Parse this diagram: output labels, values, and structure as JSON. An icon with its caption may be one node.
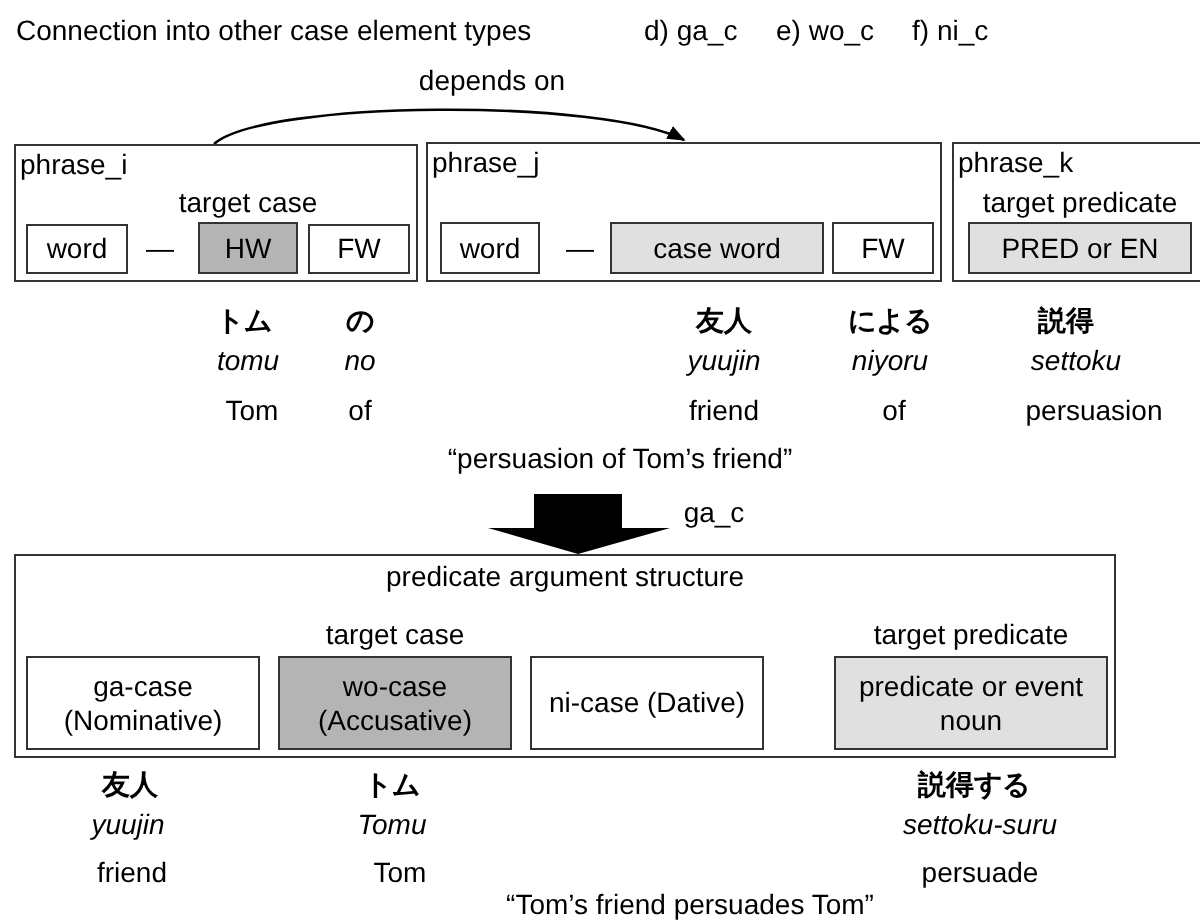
{
  "diagram": {
    "nodes": [
      {
        "text": [
          "phrase_i"
        ]
      },
      {
        "text": [
          "word"
        ],
        "in": 0
      },
      {
        "text": [
          "target case",
          "HW"
        ],
        "in": 0
      },
      {
        "text": [
          "FW"
        ],
        "in": 0
      },
      {
        "text": [
          "phrase_j"
        ]
      },
      {
        "text": [
          "word"
        ],
        "in": 4
      },
      {
        "text": [
          "case word"
        ],
        "in": 4
      },
      {
        "text": [
          "FW"
        ],
        "in": 4
      },
      {
        "text": [
          "phrase_k"
        ]
      },
      {
        "text": [
          "target predicate",
          "PRED or EN"
        ],
        "in": 8
      },
      {
        "text": [
          "predicate argument structure"
        ]
      },
      {
        "text": [
          "ga-case (Nominative)"
        ],
        "in": 10
      },
      {
        "text": [
          "target case",
          "wo-case (Accusative)"
        ],
        "in": 10
      },
      {
        "text": [
          "ni-case (Dative)"
        ],
        "in": 10
      },
      {
        "text": [
          "target predicate",
          "predicate or event noun"
        ],
        "in": 10
      }
    ],
    "edges": [
      {
        "from": 0,
        "to": 4,
        "arrow": "to",
        "label": "depends on"
      },
      {
        "from": null,
        "to": 10,
        "arrow": "to",
        "label": "ga_c",
        "style": "thick"
      }
    ],
    "labels": [
      "Connection into other case element types",
      "d) ga_c",
      "e) wo_c",
      "f) ni_c",
      "—",
      "—",
      "トム",
      "の",
      "友人",
      "による",
      "説得",
      "tomu",
      "no",
      "yuujin",
      "niyoru",
      "settoku",
      "Tom",
      "of",
      "friend",
      "of",
      "persuasion",
      "“persuasion of Tom’s friend”",
      "友人",
      "トム",
      "説得する",
      "yuujin",
      "Tomu",
      "settoku-suru",
      "friend",
      "Tom",
      "persuade",
      "“Tom’s friend persuades Tom”"
    ]
  }
}
